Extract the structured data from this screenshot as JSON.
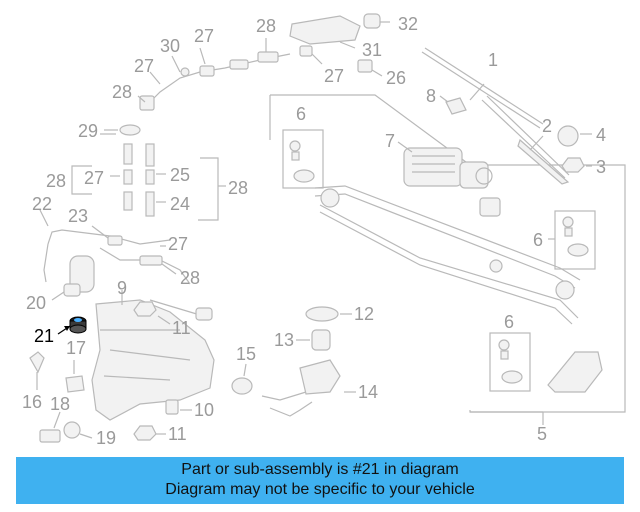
{
  "diagram": {
    "callouts": {
      "c1": "1",
      "c2": "2",
      "c3": "3",
      "c4": "4",
      "c5": "5",
      "c6a": "6",
      "c6b": "6",
      "c6c": "6",
      "c7": "7",
      "c8": "8",
      "c9": "9",
      "c10": "10",
      "c11a": "11",
      "c11b": "11",
      "c12": "12",
      "c13": "13",
      "c14": "14",
      "c15": "15",
      "c16": "16",
      "c17": "17",
      "c18": "18",
      "c19": "19",
      "c20": "20",
      "c21": "21",
      "c22": "22",
      "c23": "23",
      "c24": "24",
      "c25": "25",
      "c26": "26",
      "c27a": "27",
      "c27b": "27",
      "c27c": "27",
      "c27d": "27",
      "c27e": "27",
      "c28a": "28",
      "c28b": "28",
      "c28c": "28",
      "c28d": "28",
      "c28e": "28",
      "c29": "29",
      "c30": "30",
      "c31": "31",
      "c32": "32"
    },
    "highlight_color": "#000000",
    "part_color": "#b9b9b9"
  },
  "banner": {
    "line1": "Part or sub-assembly is #21 in diagram",
    "line2": "Diagram may not be specific to your vehicle",
    "background": "#3fb1f0"
  }
}
